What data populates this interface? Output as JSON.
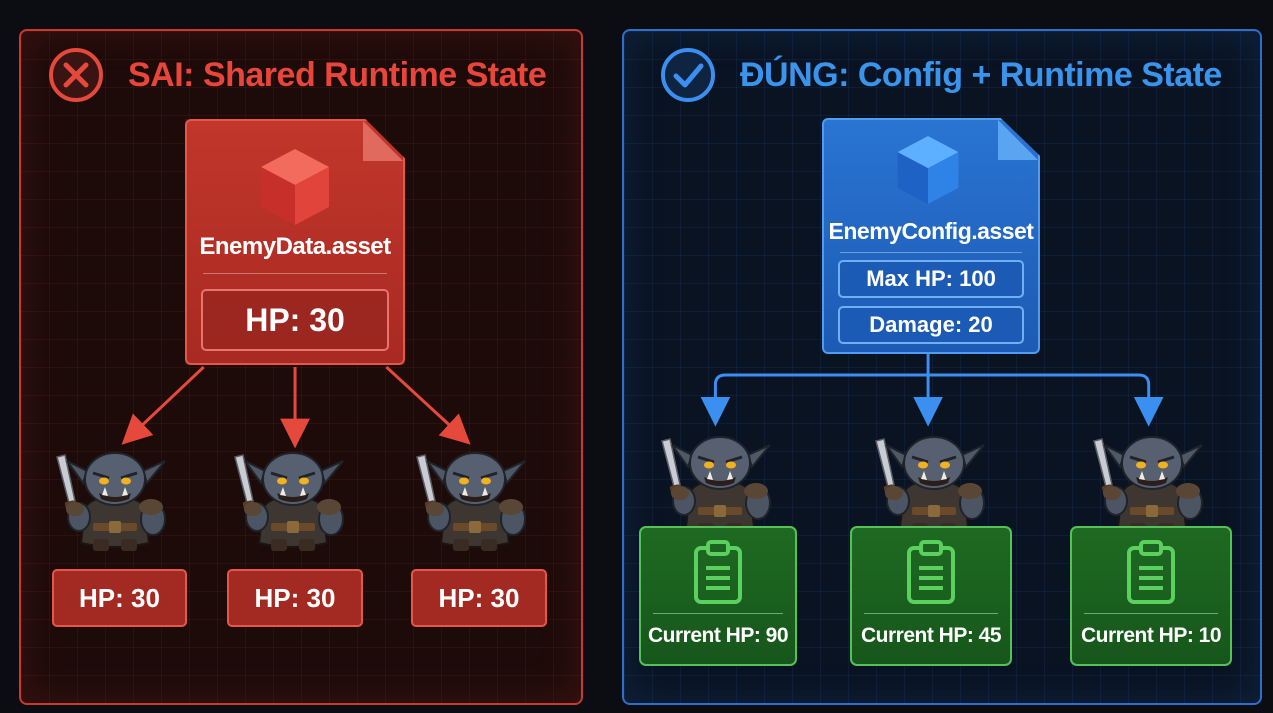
{
  "wrong": {
    "title": "SAI: Shared Runtime State",
    "icon": "x-circle-icon",
    "color": "#e8463a",
    "asset": {
      "name": "EnemyData.asset",
      "fields": [
        "HP: 30"
      ]
    },
    "enemies": [
      {
        "label": "HP: 30"
      },
      {
        "label": "HP: 30"
      },
      {
        "label": "HP: 30"
      }
    ]
  },
  "right": {
    "title": "ĐÚNG: Config + Runtime State",
    "icon": "check-circle-icon",
    "color": "#3a94ec",
    "asset": {
      "name": "EnemyConfig.asset",
      "fields": [
        "Max HP: 100",
        "Damage: 20"
      ]
    },
    "enemies": [
      {
        "label": "Current HP: 90"
      },
      {
        "label": "Current HP: 45"
      },
      {
        "label": "Current HP: 10"
      }
    ]
  }
}
